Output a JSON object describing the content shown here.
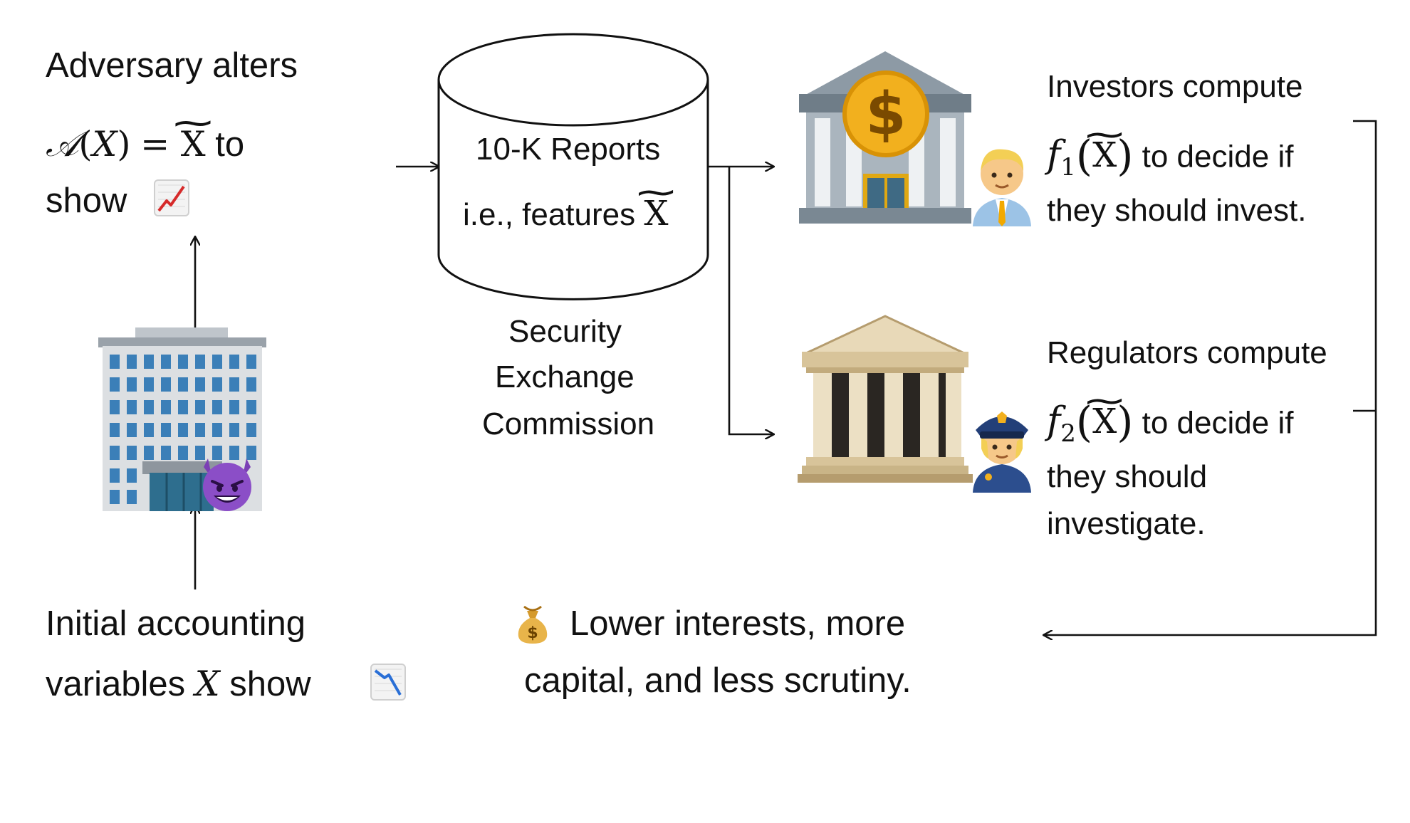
{
  "adversary": {
    "line1": "Adversary alters",
    "func": "𝒜",
    "var_x": "X",
    "x_tilde": "X",
    "to": "to",
    "show": "show",
    "chart_up_icon": "chart-increasing-emoji"
  },
  "initial": {
    "line1": "Initial accounting",
    "line2_prefix": "variables",
    "var_x": "X",
    "show": "show",
    "chart_down_icon": "chart-decreasing-emoji"
  },
  "database": {
    "line1": "10-K Reports",
    "line2": "i.e., features",
    "x_tilde": "X",
    "caption_line1": "Security",
    "caption_line2": "Exchange",
    "caption_line3": "Commission"
  },
  "investors": {
    "line1": "Investors compute",
    "f": "f",
    "sub": "1",
    "x_tilde": "X",
    "line2_suffix": "to decide if",
    "line3": "they should invest."
  },
  "regulators": {
    "line1": "Regulators compute",
    "f": "f",
    "sub": "2",
    "x_tilde": "X",
    "line2_suffix": "to decide if",
    "line3": "they should",
    "line4": "investigate."
  },
  "outcome": {
    "money_bag_icon": "money-bag-emoji",
    "line1": "Lower interests, more",
    "line2": "capital, and less scrutiny."
  },
  "icons": {
    "office_building": "office-building-emoji",
    "devil": "smiling-devil-emoji",
    "bank": "bank-emoji",
    "businessman": "man-office-worker-emoji",
    "classical_building": "classical-building-emoji",
    "police_officer": "police-officer-emoji"
  },
  "colors": {
    "line": "#111111",
    "chart_up": "#d62a2a",
    "chart_down": "#2a6fd6",
    "gold": "#f2b01e",
    "devil": "#7b3fb5"
  }
}
